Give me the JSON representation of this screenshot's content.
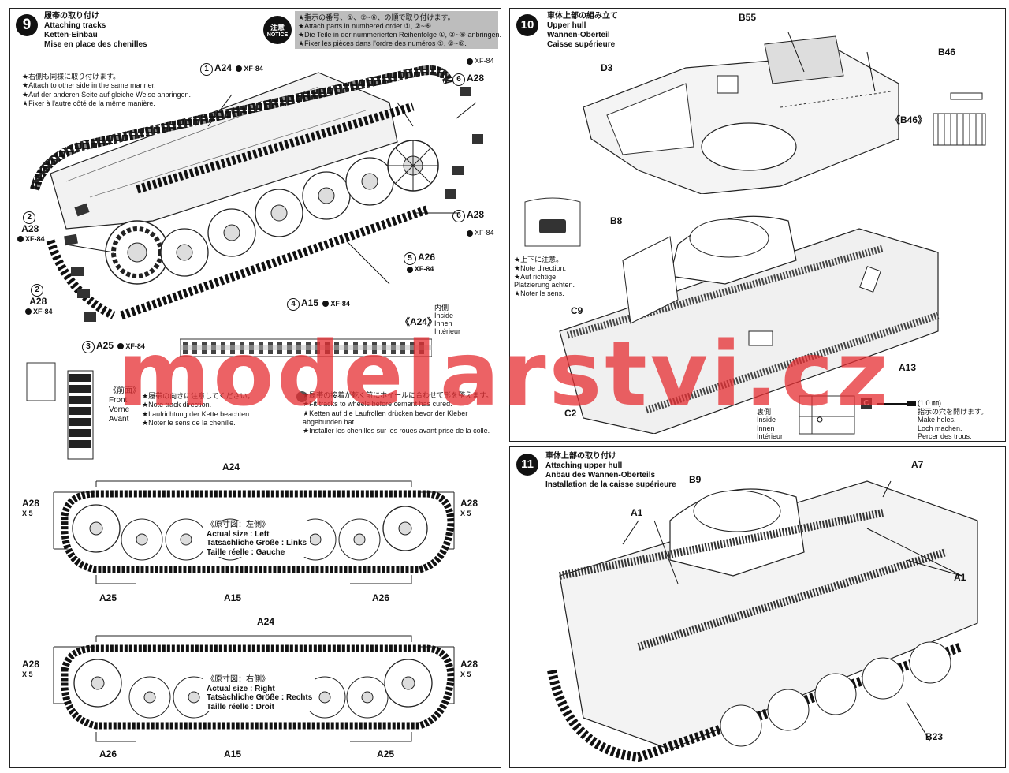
{
  "step9": {
    "number": "9",
    "title_jp": "履帯の取り付け",
    "title_en": "Attaching tracks",
    "title_de": "Ketten-Einbau",
    "title_fr": "Mise en place des chenilles",
    "notice_seal_jp": "注意",
    "notice_seal_en": "NOTICE",
    "notice_lines": [
      "★指示の番号、①、②~⑥、の順で取り付けます。",
      "★Attach parts in numbered order ①, ②~⑥.",
      "★Die Teile in der nummerierten Reihenfolge ①, ②~⑥ anbringen.",
      "★Fixer les pièces dans l'ordre des numéros ①, ②~⑥."
    ],
    "same_manner": [
      "★右側も同様に取り付けます。",
      "★Attach to other side in the same manner.",
      "★Auf der anderen Seite auf gleiche Weise anbringen.",
      "★Fixer à l'autre côté de la même manière."
    ],
    "callouts": {
      "c1_num": "1",
      "c1_part": "A24",
      "c1_paint": "XF-84",
      "c2a_num": "2",
      "c2a_part": "A28",
      "c2a_paint": "XF-84",
      "c2b_num": "2",
      "c2b_part": "A28",
      "c2b_paint": "XF-84",
      "c3_num": "3",
      "c3_part": "A25",
      "c3_paint": "XF-84",
      "c4_num": "4",
      "c4_part": "A15",
      "c4_paint": "XF-84",
      "c5_num": "5",
      "c5_part": "A26",
      "c5_paint": "XF-84",
      "c6a_num": "6",
      "c6a_part": "A28",
      "c6a_paint": "XF-84",
      "c6b_num": "6",
      "c6b_part": "A28",
      "c6b_paint": "XF-84"
    },
    "inside_part": "《A24》",
    "inside_labels": [
      "内側",
      "Inside",
      "Innen",
      "Intérieur"
    ],
    "front_labels": [
      "《前面》",
      "Front",
      "Vorne",
      "Avant"
    ],
    "direction_notes": [
      "★履帯の向きに注意してください。",
      "★Note track direction.",
      "★Laufrichtung der Kette beachten.",
      "★Noter le sens de la chenille."
    ],
    "cement_notes": [
      "★履帯の接着が乾く前にホイールに合わせて形を整えます。",
      "★Fit tracks to wheels before cement has cured.",
      "★Ketten auf die Laufrollen drücken bevor der Kleber",
      "abgebunden hat.",
      "★Installer les chenilles sur les roues avant prise de la colle."
    ],
    "left_view": {
      "top": "A24",
      "left_part": "A28",
      "left_qty": "X 5",
      "right_part": "A28",
      "right_qty": "X 5",
      "bottom_left": "A25",
      "bottom_mid": "A15",
      "bottom_right": "A26",
      "size_lines": [
        "《原寸図：左側》",
        "Actual size : Left",
        "Tatsächliche Größe : Links",
        "Taille réelle : Gauche"
      ]
    },
    "right_view": {
      "top": "A24",
      "left_part": "A28",
      "left_qty": "X 5",
      "right_part": "A28",
      "right_qty": "X 5",
      "bottom_left": "A26",
      "bottom_mid": "A15",
      "bottom_right": "A25",
      "size_lines": [
        "《原寸図：右側》",
        "Actual size : Right",
        "Tatsächliche Größe : Rechts",
        "Taille réelle : Droit"
      ]
    }
  },
  "step10": {
    "number": "10",
    "title_jp": "車体上部の組み立て",
    "title_en": "Upper hull",
    "title_de": "Wannen-Oberteil",
    "title_fr": "Caisse supérieure",
    "parts": {
      "b55": "B55",
      "b46": "B46",
      "b46_detail": "《B46》",
      "d3": "D3",
      "b8": "B8",
      "c9": "C9",
      "c2": "C2",
      "a13": "A13",
      "c": "C"
    },
    "direction_notes": [
      "★上下に注意。",
      "★Note direction.",
      "★Auf richtige",
      "Platzierung achten.",
      "★Noter le sens."
    ],
    "inside_labels": [
      "裏側",
      "Inside",
      "Innen",
      "Intérieur"
    ],
    "drill_size": "(1.0 ㎜)",
    "hole_notes": [
      "指示の穴を開けます。",
      "Make holes.",
      "Loch machen.",
      "Percer des trous."
    ]
  },
  "step11": {
    "number": "11",
    "title_jp": "車体上部の取り付け",
    "title_en": "Attaching upper hull",
    "title_de": "Anbau des Wannen-Oberteils",
    "title_fr": "Installation de la caisse supérieure",
    "parts": {
      "a7": "A7",
      "b9": "B9",
      "a1_left": "A1",
      "a1_right": "A1",
      "b23": "B23"
    }
  },
  "watermark": "modelarstvi.cz"
}
